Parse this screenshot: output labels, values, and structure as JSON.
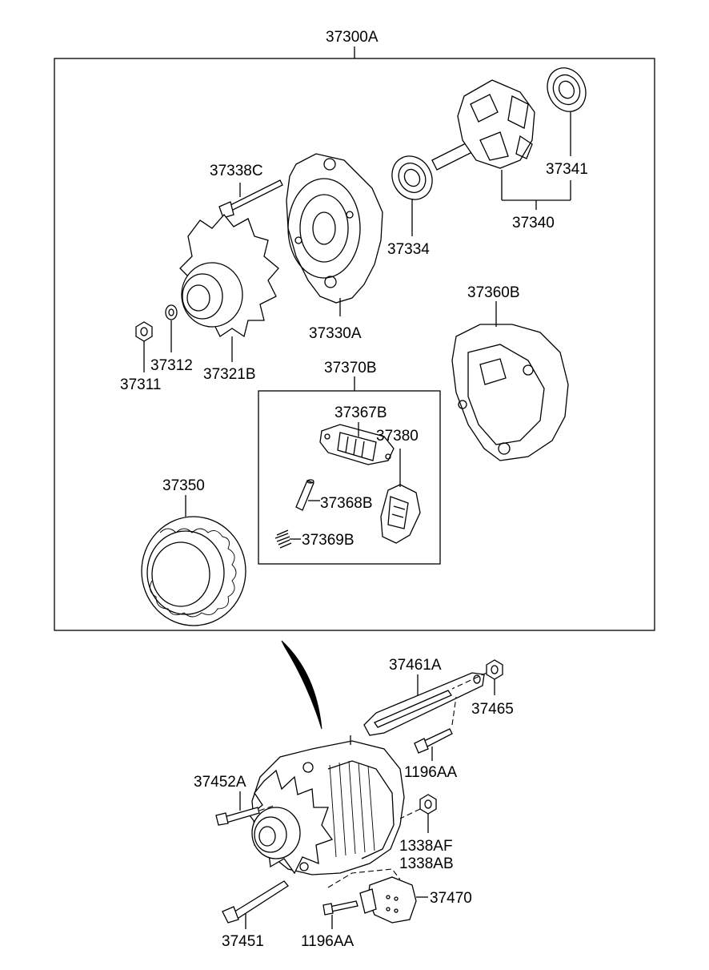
{
  "labels": {
    "assembly": "37300A",
    "bolt_through": "37338C",
    "bearing_rear": "37341",
    "rotor": "37340",
    "bearing_front": "37334",
    "front_bracket": "37330A",
    "rear_bracket": "37360B",
    "nut": "37311",
    "washer": "37312",
    "pulley_fan": "37321B",
    "brush_holder_kit": "37370B",
    "regulator": "37367B",
    "rectifier": "37380",
    "brush": "37368B",
    "spring": "37369B",
    "stator": "37350",
    "brace": "37461A",
    "brace_nut": "37465",
    "brace_bolt": "1196AA",
    "mount_bolt_upper": "37452A",
    "nut_af": "1338AF",
    "nut_ab": "1338AB",
    "bracket": "37470",
    "mount_bolt_lower": "37451",
    "bracket_bolt": "1196AA"
  }
}
